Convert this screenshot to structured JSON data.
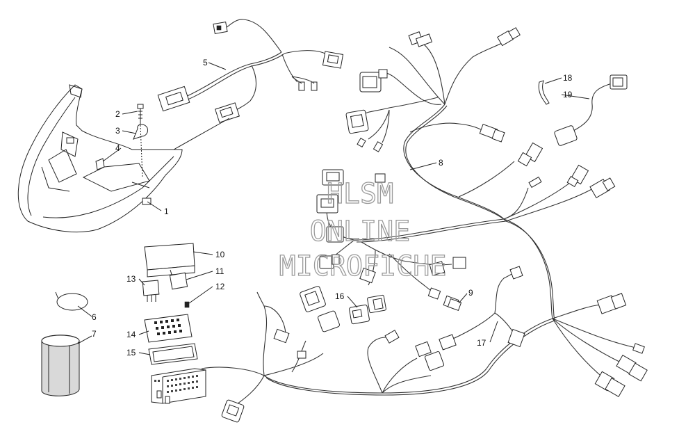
{
  "callouts": [
    {
      "id": "c1",
      "label": "1"
    },
    {
      "id": "c2",
      "label": "2"
    },
    {
      "id": "c3",
      "label": "3"
    },
    {
      "id": "c4",
      "label": "4"
    },
    {
      "id": "c5",
      "label": "5"
    },
    {
      "id": "c6",
      "label": "6"
    },
    {
      "id": "c7",
      "label": "7"
    },
    {
      "id": "c8",
      "label": "8"
    },
    {
      "id": "c9",
      "label": "9"
    },
    {
      "id": "c10",
      "label": "10"
    },
    {
      "id": "c11",
      "label": "11"
    },
    {
      "id": "c12",
      "label": "12"
    },
    {
      "id": "c13",
      "label": "13"
    },
    {
      "id": "c14",
      "label": "14"
    },
    {
      "id": "c15",
      "label": "15"
    },
    {
      "id": "c16",
      "label": "16"
    },
    {
      "id": "c17",
      "label": "17"
    },
    {
      "id": "c18",
      "label": "18"
    },
    {
      "id": "c19",
      "label": "19"
    }
  ],
  "watermark": {
    "line1": "HLSM",
    "line2": "ONLINE",
    "line3": "MICROFICHE",
    "color": "#9a9a9a"
  },
  "colors": {
    "line": "#222222",
    "background": "#ffffff"
  }
}
